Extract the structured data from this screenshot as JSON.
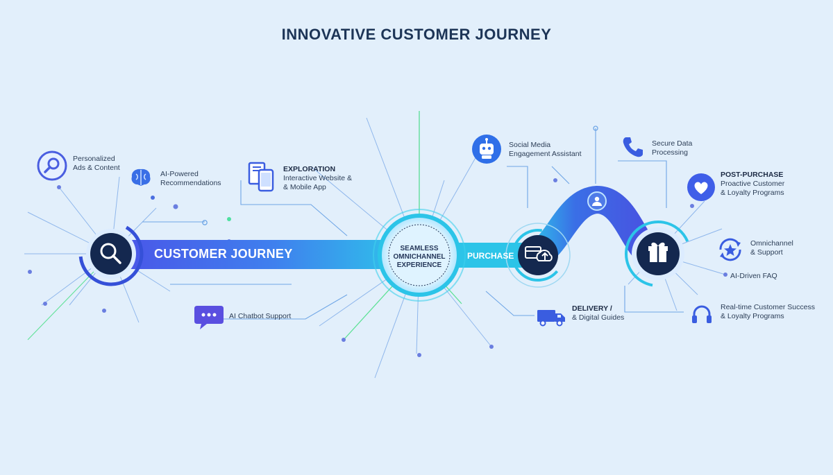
{
  "title": "INNOVATIVE CUSTOMER JOURNEY",
  "band_label": "CUSTOMER JOURNEY",
  "hub": {
    "line1": "SEAMLESS",
    "line2": "OMNICHANNEL",
    "line3": "EXPERIENCE"
  },
  "purchase_label": "PURCHASE",
  "labels": {
    "personalized": [
      "Personalized",
      "Ads & Content"
    ],
    "ai_powered": [
      "AI-Powered",
      "Recommendations"
    ],
    "exploration": {
      "heading": "EXPLORATION",
      "lines": [
        "Interactive Website &",
        "& Mobile App"
      ]
    },
    "social": [
      "Social Media",
      "Engagement Assistant"
    ],
    "secure": [
      "Secure Data",
      "Processing"
    ],
    "post_purchase": {
      "heading": "POST-PURCHASE",
      "lines": [
        "Proactive Customer",
        "& Loyalty Programs"
      ]
    },
    "omnichannel_support": [
      "Omnichannel",
      "& Support"
    ],
    "ai_faq": [
      "AI-Driven FAQ"
    ],
    "realtime": [
      "Real-time Customer Success",
      "& Loyalty Programs"
    ],
    "delivery": {
      "heading": "DELIVERY /",
      "lines": [
        "& Digital Guides"
      ]
    },
    "chatbot": [
      "AI Chatbot Support"
    ]
  },
  "icons": {
    "search_small": "magnifier-icon",
    "brain": "brain-icon",
    "devices": "devices-icon",
    "robot": "robot-icon",
    "phone": "phone-icon",
    "heart": "heart-icon",
    "star_cycle": "star-cycle-icon",
    "headset": "headset-icon",
    "truck": "truck-icon",
    "chat": "chat-bubble-icon",
    "search_main": "search-node-icon",
    "card_cloud": "card-cloud-icon",
    "gift": "gift-icon",
    "user_pin": "user-pin-icon"
  },
  "colors": {
    "background": "#e2effb",
    "navy": "#14284f",
    "blue": "#3a5de0",
    "cyan": "#2cc4e8",
    "green": "#4ee08a",
    "purple": "#6b4fe0"
  }
}
